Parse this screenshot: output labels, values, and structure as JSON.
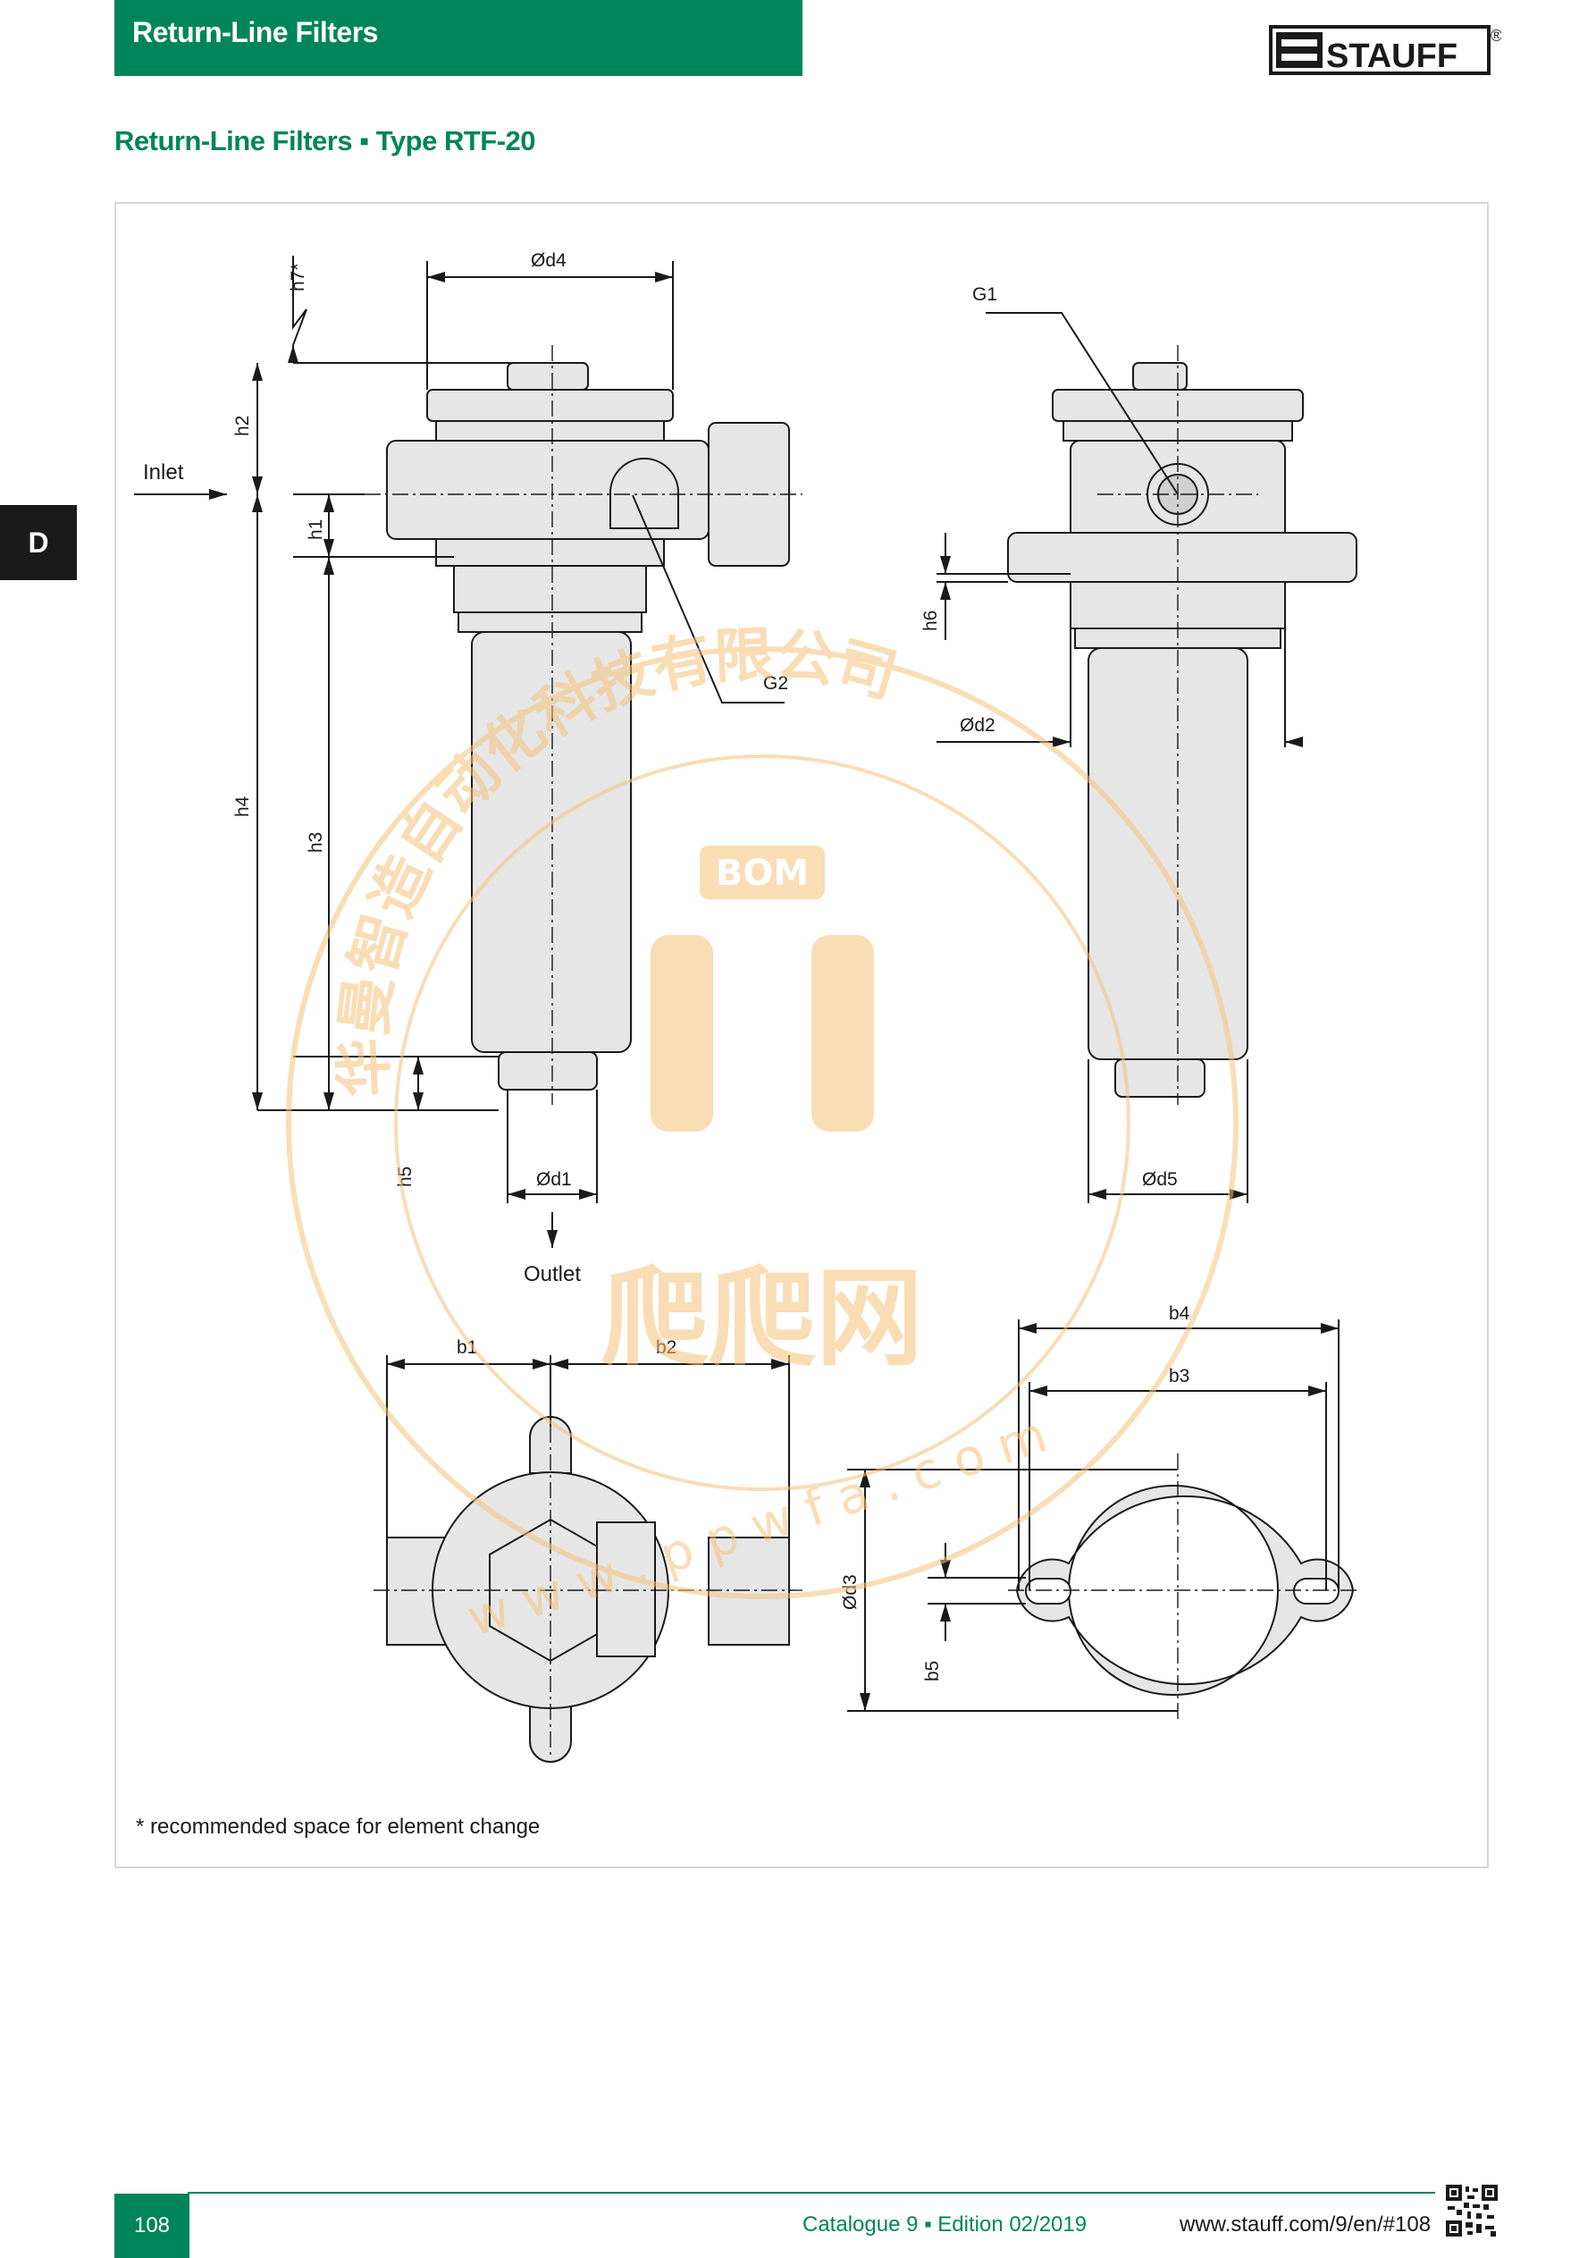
{
  "header": {
    "title": "Return-Line Filters"
  },
  "brand": {
    "name": "STAUFF",
    "registered": "®"
  },
  "subtitle": "Return-Line Filters ▪ Type RTF-20",
  "section_tab": "D",
  "drawing": {
    "labels": {
      "d4": "Ød4",
      "h7": "h7*",
      "h2": "h2",
      "h1": "h1",
      "h4": "h4",
      "h3": "h3",
      "h5": "h5",
      "d1": "Ød1",
      "inlet": "Inlet",
      "outlet": "Outlet",
      "g1": "G1",
      "g2": "G2",
      "h6": "h6",
      "d2": "Ød2",
      "d5": "Ød5",
      "b1": "b1",
      "b2": "b2",
      "b4": "b4",
      "b3": "b3",
      "d3": "Ød3",
      "b5": "b5"
    }
  },
  "watermark": {
    "company": "华曼智造自动化科技有限公司",
    "brand": "BOM",
    "name": "爬爬网",
    "url": "w w w . p p w f a . c o m"
  },
  "footnote": "* recommended space for element change",
  "footer": {
    "page": "108",
    "catalogue": "Catalogue 9 ▪ Edition 02/2019",
    "url": "www.stauff.com/9/en/#108"
  },
  "colors": {
    "accent": "#00855a",
    "part_fill": "#e6e6e6",
    "line": "#1a1a1a",
    "watermark": "#f5c27a"
  }
}
